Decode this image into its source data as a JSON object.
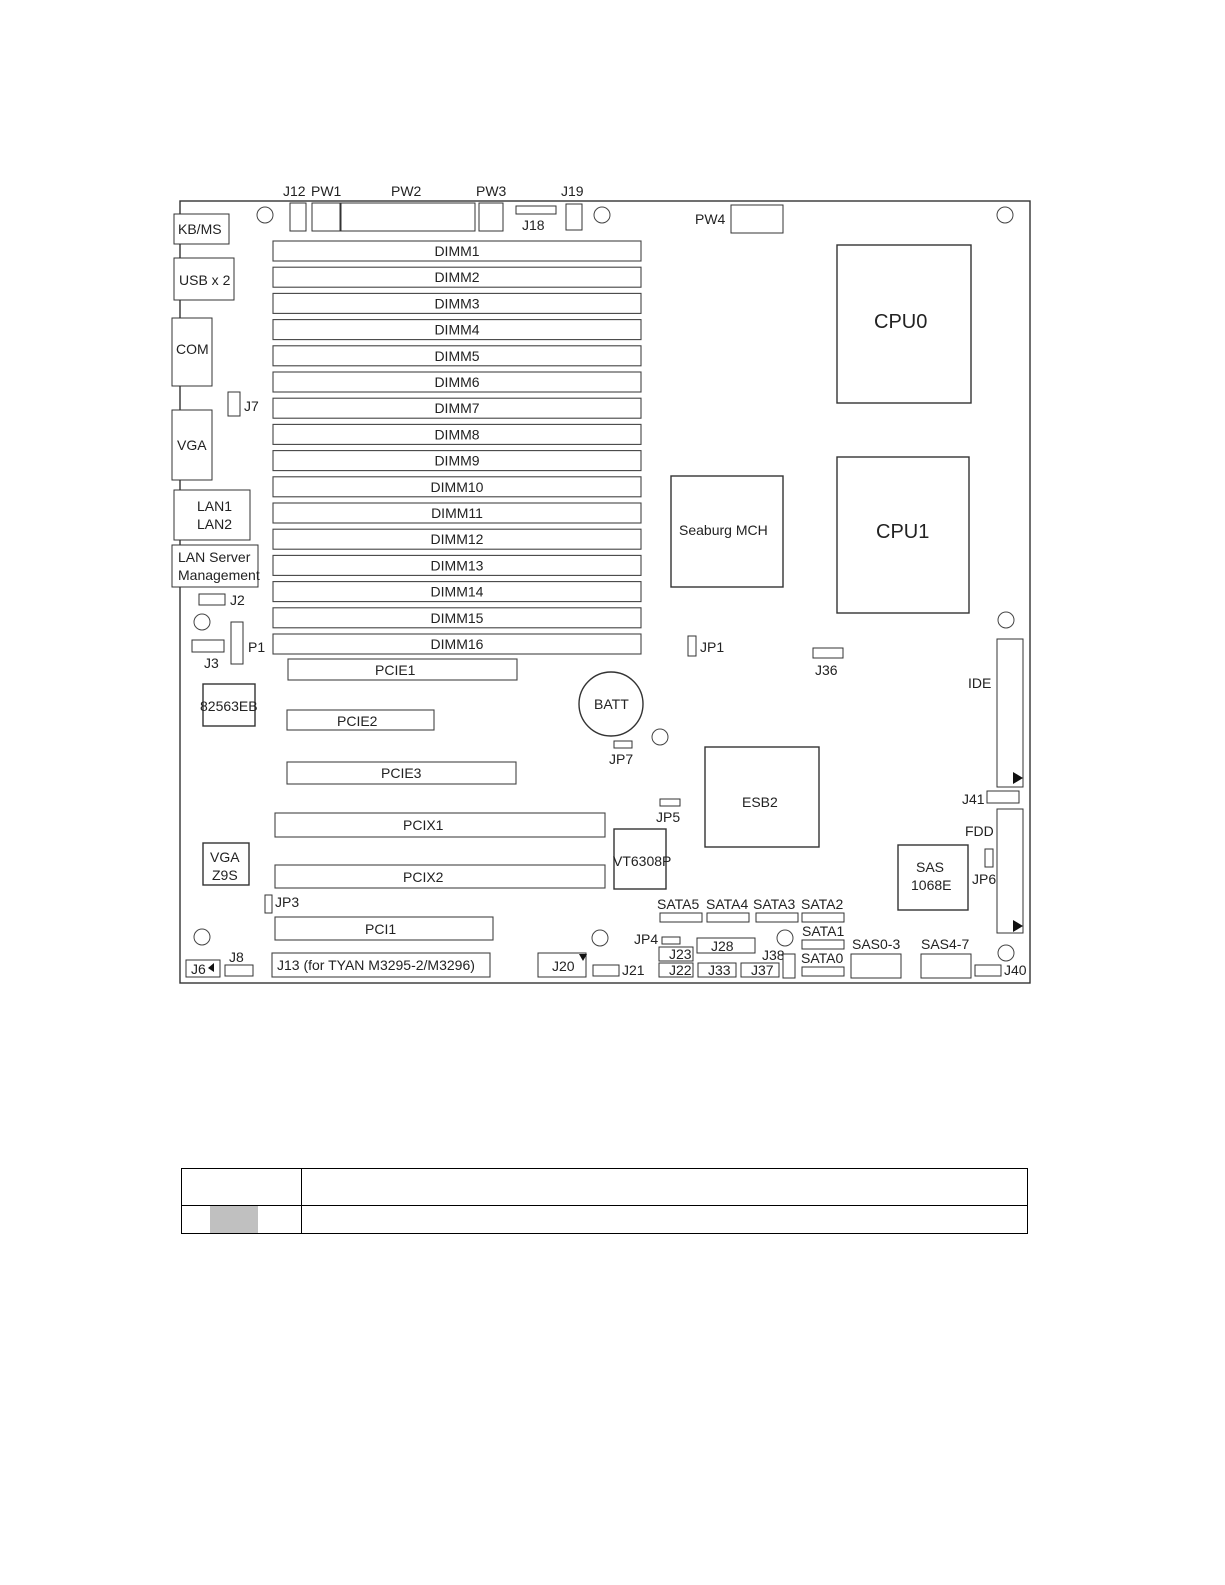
{
  "board": {
    "top_labels": {
      "J12": "J12",
      "PW1": "PW1",
      "PW2": "PW2",
      "PW3": "PW3",
      "J19": "J19",
      "J18": "J18",
      "PW4": "PW4"
    },
    "rear_io": {
      "kbms": "KB/MS",
      "usb": "USB x 2",
      "com": "COM",
      "vga": "VGA",
      "lan1": "LAN1",
      "lan2": "LAN2",
      "lan_mgmt_1": "LAN Server",
      "lan_mgmt_2": "Management"
    },
    "dimms": [
      "DIMM1",
      "DIMM2",
      "DIMM3",
      "DIMM4",
      "DIMM5",
      "DIMM6",
      "DIMM7",
      "DIMM8",
      "DIMM9",
      "DIMM10",
      "DIMM11",
      "DIMM12",
      "DIMM13",
      "DIMM14",
      "DIMM15",
      "DIMM16"
    ],
    "chips": {
      "cpu0": "CPU0",
      "cpu1": "CPU1",
      "mch": "Seaburg MCH",
      "esb2": "ESB2",
      "batt": "BATT",
      "nic": "82563EB",
      "vga_chip_1": "VGA",
      "vga_chip_2": "Z9S",
      "audio": "VT6308P",
      "sas_1": "SAS",
      "sas_2": "1068E"
    },
    "slots": {
      "pcie1": "PCIE1",
      "pcie2": "PCIE2",
      "pcie3": "PCIE3",
      "pcix1": "PCIX1",
      "pcix2": "PCIX2",
      "pci1": "PCI1",
      "j13": "J13 (for TYAN M3295-2/M3296)"
    },
    "headers": {
      "J7": "J7",
      "J2": "J2",
      "J3": "J3",
      "P1": "P1",
      "JP1": "JP1",
      "J36": "J36",
      "IDE": "IDE",
      "JP7": "JP7",
      "JP5": "JP5",
      "J41": "J41",
      "FDD": "FDD",
      "JP6": "JP6",
      "JP3": "JP3",
      "JP4": "JP4",
      "J23": "J23",
      "J28": "J28",
      "J22": "J22",
      "J33": "J33",
      "J37": "J37",
      "J38": "J38",
      "J20": "J20",
      "J21": "J21",
      "J6": "J6",
      "J8": "J8",
      "J40": "J40",
      "SATA0": "SATA0",
      "SATA1": "SATA1",
      "SATA2": "SATA2",
      "SATA3": "SATA3",
      "SATA4": "SATA4",
      "SATA5": "SATA5",
      "SAS03": "SAS0-3",
      "SAS47": "SAS4-7"
    }
  },
  "legend": {
    "swatch_color": "#c0c0c0",
    "rows": [
      {
        "c1": "",
        "c2": ""
      },
      {
        "c1": "",
        "c2": ""
      }
    ]
  }
}
